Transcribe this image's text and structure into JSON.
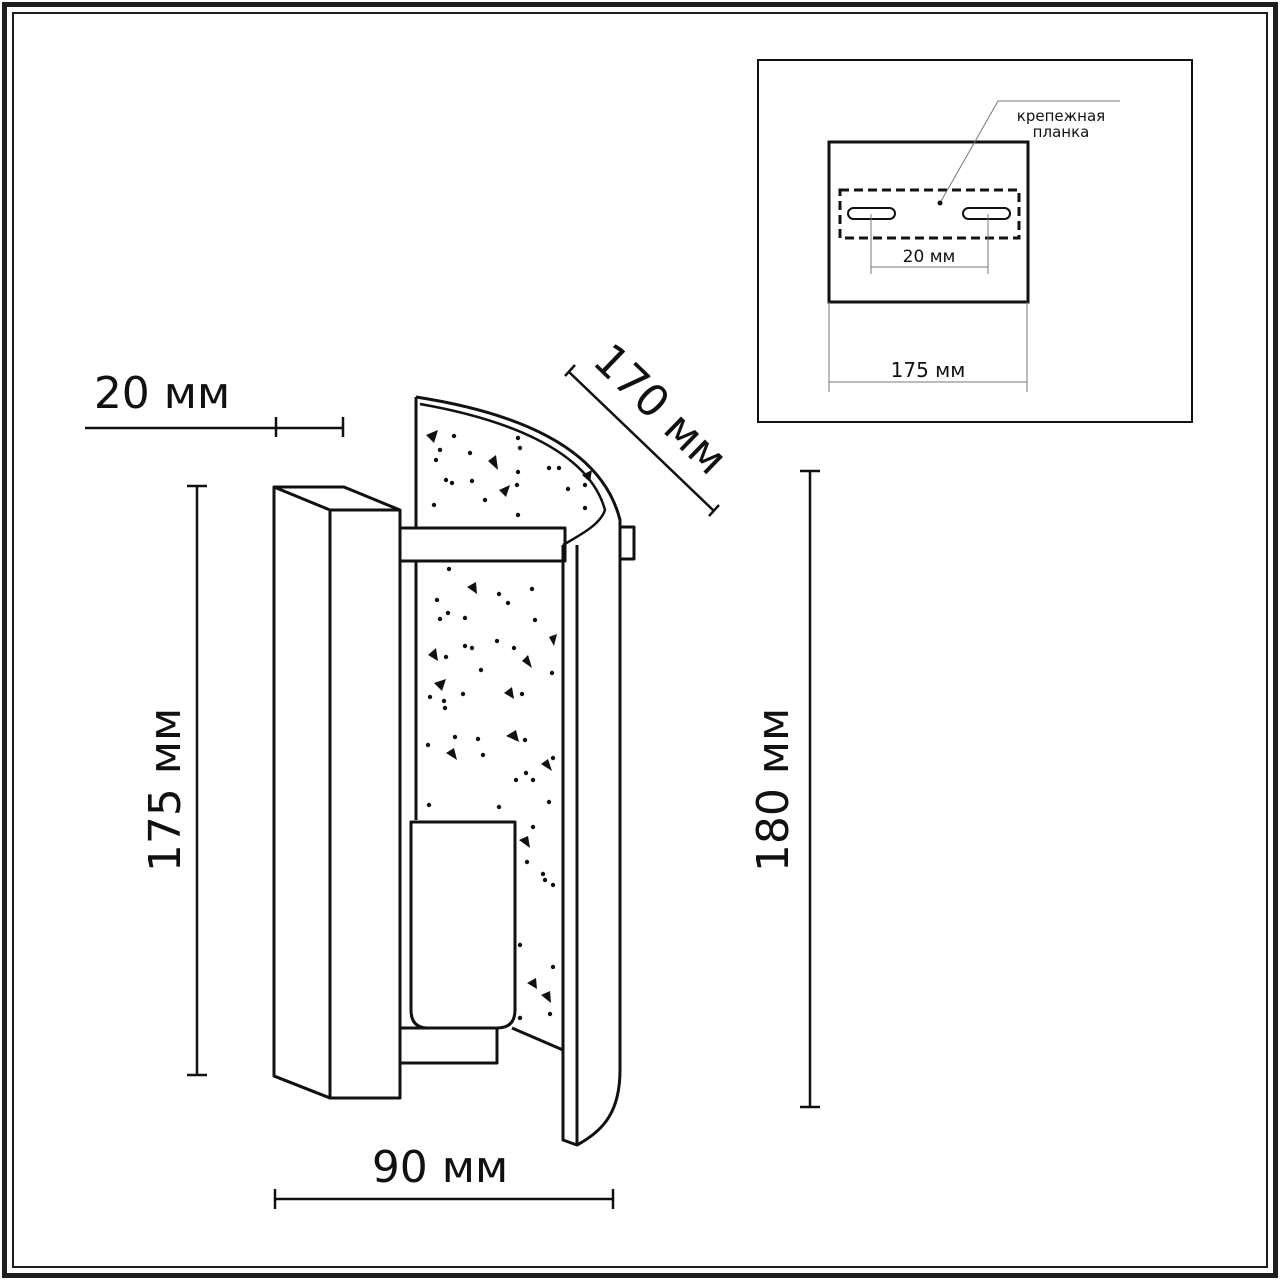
{
  "drawing": {
    "title": "Wall lamp dimension drawing",
    "colors": {
      "line": "#111111",
      "thin_line": "#777777",
      "background": "#ffffff"
    },
    "dimensions": {
      "wall_offset": "20 мм",
      "backplate_height": "175 мм",
      "shade_arc": "170 мм",
      "total_height": "180 мм",
      "depth": "90 мм"
    },
    "inset": {
      "callout_label_line1": "крепежная",
      "callout_label_line2": "планка",
      "hole_spacing": "20 мм",
      "plate_width": "175 мм"
    }
  }
}
